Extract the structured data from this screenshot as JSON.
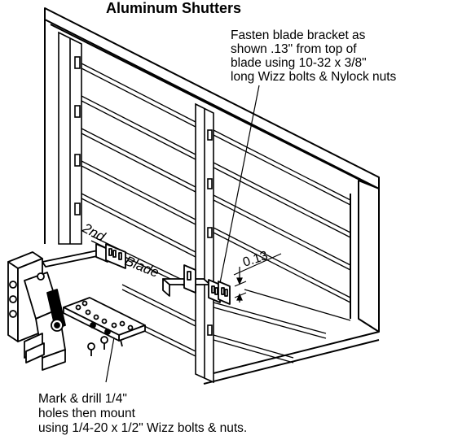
{
  "diagram": {
    "title": "Aluminum Shutters",
    "callout_top": {
      "lines": [
        "Fasten blade bracket as",
        "shown .13\" from top of",
        "blade using 10-32 x 3/8\"",
        "long Wizz bolts & Nylock nuts"
      ]
    },
    "callout_bottom": {
      "lines": [
        "Mark & drill 1/4\"",
        "holes then mount",
        "using 1/4-20 x 1/2\" Wizz bolts & nuts."
      ]
    },
    "blade_label": "Blade",
    "blade_order_label": "2nd",
    "dimension_label": "0.13"
  }
}
